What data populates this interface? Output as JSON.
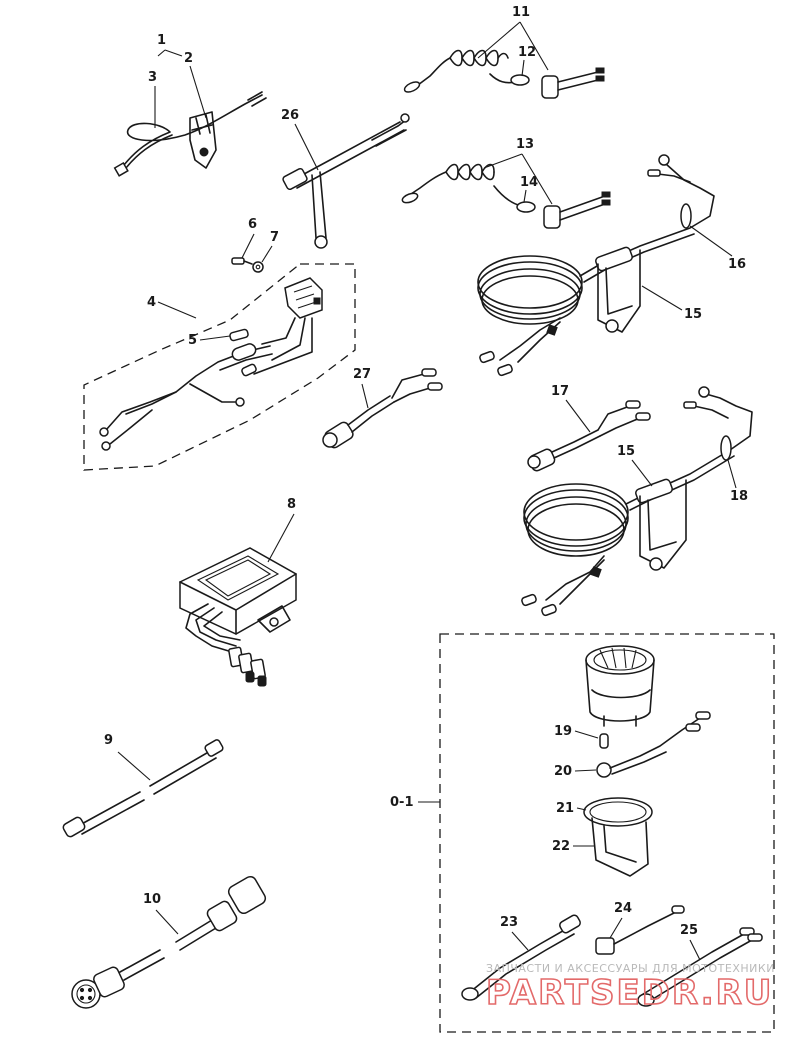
{
  "callouts": {
    "c1": "1",
    "c2": "2",
    "c3": "3",
    "c4": "4",
    "c5": "5",
    "c6": "6",
    "c7": "7",
    "c8": "8",
    "c9": "9",
    "c10": "10",
    "c11": "11",
    "c12": "12",
    "c13": "13",
    "c14": "14",
    "c15a": "15",
    "c15b": "15",
    "c16": "16",
    "c17": "17",
    "c18": "18",
    "c19": "19",
    "c20": "20",
    "c21": "21",
    "c22": "22",
    "c23": "23",
    "c24": "24",
    "c25": "25",
    "c26": "26",
    "c27": "27",
    "c01": "0-1"
  },
  "watermark": {
    "line1": "ЗАПЧАСТИ И АКСЕССУАРЫ ДЛЯ МОТОТЕХНИКИ",
    "line2": "PARTSEDR.RU"
  }
}
